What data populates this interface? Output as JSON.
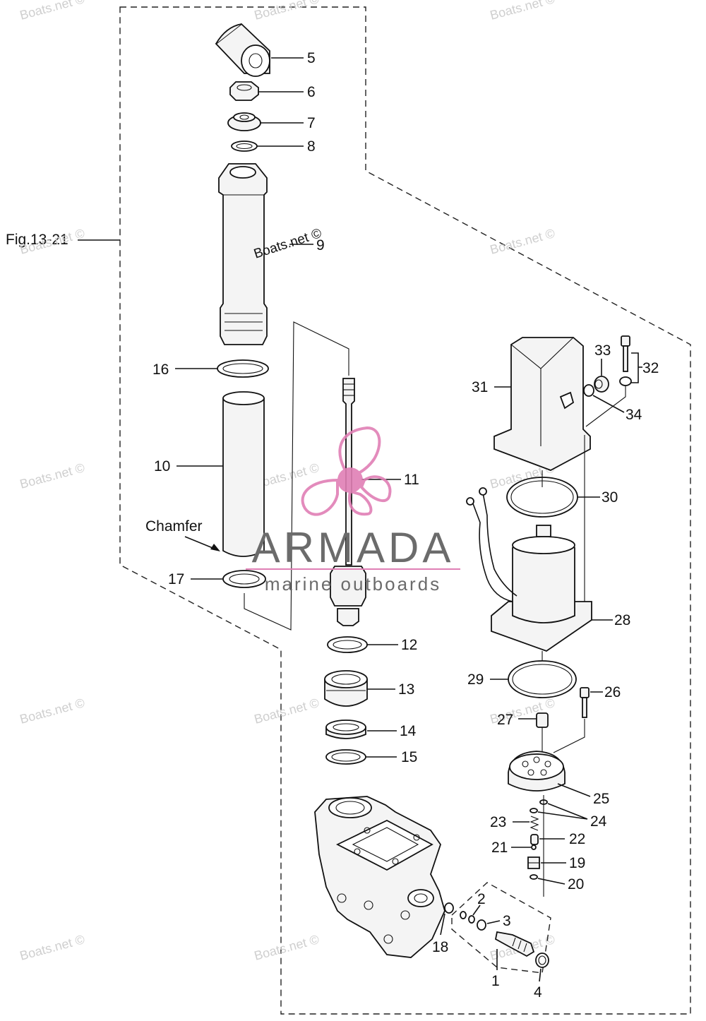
{
  "figure_label": "Fig.13-21",
  "chamfer_label": "Chamfer",
  "part_numbers": {
    "p1": "1",
    "p2": "2",
    "p3": "3",
    "p4": "4",
    "p5": "5",
    "p6": "6",
    "p7": "7",
    "p8": "8",
    "p9": "9",
    "p10": "10",
    "p11": "11",
    "p12": "12",
    "p13": "13",
    "p14": "14",
    "p15": "15",
    "p16": "16",
    "p17": "17",
    "p18": "18",
    "p19": "19",
    "p20": "20",
    "p21": "21",
    "p22": "22",
    "p23": "23",
    "p24": "24",
    "p25": "25",
    "p26": "26",
    "p27": "27",
    "p28": "28",
    "p29": "29",
    "p30": "30",
    "p31": "31",
    "p32": "32",
    "p33": "33",
    "p34": "34"
  },
  "watermark": {
    "text": "Boats.net ©"
  },
  "logo": {
    "name": "ARMADA",
    "tagline": "marine outboards",
    "color_pink": "#e07fb5",
    "color_gray": "#6b6b6b"
  }
}
